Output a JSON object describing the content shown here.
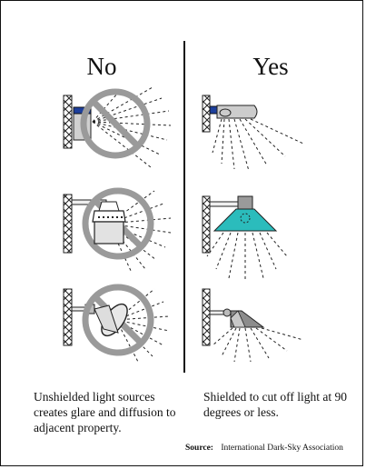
{
  "headings": {
    "no": "No",
    "yes": "Yes"
  },
  "captions": {
    "no": "Unshielded light sources creates glare and diffusion to adjacent property.",
    "yes": "Shielded to cut off light at 90 degrees or less."
  },
  "source": {
    "label": "Source:",
    "text": "International Dark-Sky Association"
  },
  "colors": {
    "prohibition": "#9a9a9a",
    "cap_blue": "#1d3f9c",
    "shade_teal": "#2bbcbc",
    "lamp_gray": "#8c8c8c"
  }
}
